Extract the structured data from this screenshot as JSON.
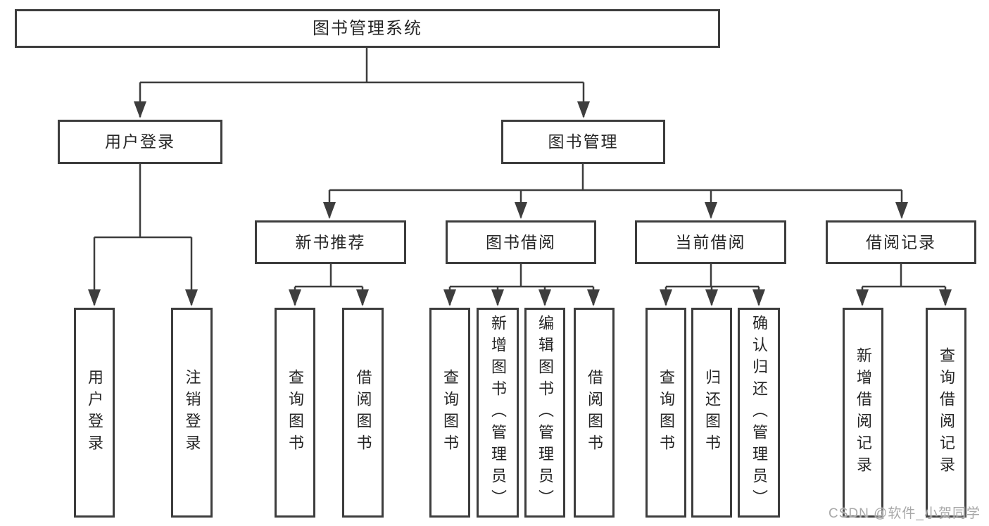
{
  "root": {
    "label": "图书管理系统"
  },
  "level1": {
    "user_login": {
      "label": "用户登录"
    },
    "book_management": {
      "label": "图书管理"
    }
  },
  "level2": {
    "new_book_recommend": {
      "label": "新书推荐"
    },
    "book_borrow": {
      "label": "图书借阅"
    },
    "current_borrow": {
      "label": "当前借阅"
    },
    "borrow_records": {
      "label": "借阅记录"
    }
  },
  "leaves": {
    "user_login": [
      "用户登录",
      "注销登录"
    ],
    "new_book_recommend": [
      "查询图书",
      "借阅图书"
    ],
    "book_borrow": [
      "查询图书",
      "新增图书（管理员）",
      "编辑图书（管理员）",
      "借阅图书"
    ],
    "current_borrow": [
      "查询图书",
      "归还图书",
      "确认归还（管理员）"
    ],
    "borrow_records": [
      "新增借阅记录",
      "查询借阅记录"
    ]
  },
  "watermark": {
    "text": "CSDN @软件_小贺同学"
  },
  "colors": {
    "line": "#3d3d3d",
    "text": "#262626",
    "background": "#ffffff",
    "watermark": "#a8a8a8"
  }
}
